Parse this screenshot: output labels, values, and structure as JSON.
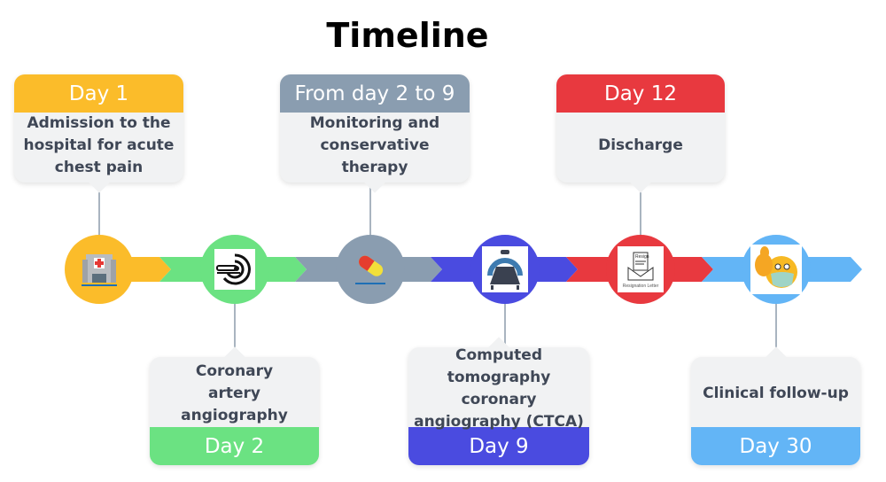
{
  "title": "Timeline",
  "colors": {
    "day1": "#FBBC2A",
    "day2": "#6BE282",
    "day2to9": "#8A9DB0",
    "day9": "#4A4BE0",
    "day12": "#E8393F",
    "day30": "#63B5F6"
  },
  "events": [
    {
      "day": "Day 1",
      "description": "Admission to the hospital for acute chest pain",
      "icon": "hospital-icon"
    },
    {
      "day": "Day 2",
      "description": "Coronary artery angiography",
      "icon": "scanner-icon"
    },
    {
      "day": "From day 2 to 9",
      "description": "Monitoring and conservative therapy",
      "icon": "pill-icon"
    },
    {
      "day": "Day 9",
      "description": "Computed tomography coronary angiography (CTCA)",
      "icon": "ct-scanner-icon"
    },
    {
      "day": "Day 12",
      "description": "Discharge",
      "icon": "letter-icon",
      "icon_caption": "Resignation Letter",
      "icon_heading": "Resign"
    },
    {
      "day": "Day 30",
      "description": "Clinical follow-up",
      "icon": "thumbs-up-mask-emoji-icon"
    }
  ]
}
